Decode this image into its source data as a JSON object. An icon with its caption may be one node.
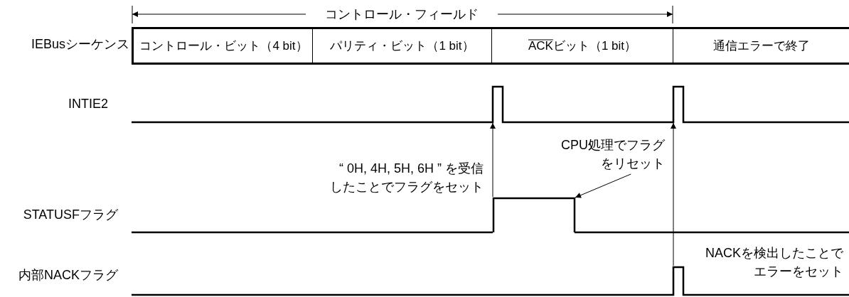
{
  "diagram": {
    "nodes": [
      {
        "text": [
          "コントロール・ビット（4 bit）"
        ]
      },
      {
        "text": [
          "パリティ・ビット（1 bit）"
        ]
      },
      {
        "text": [
          "ACKビット（1 bit）"
        ]
      },
      {
        "text": [
          "通信エラーで終了"
        ]
      },
      {
        "text": [],
        "shape": "waveform"
      },
      {
        "text": [],
        "shape": "pulse"
      },
      {
        "text": [
          "CPU処理でフラグをリセット"
        ]
      },
      {
        "text": [],
        "shape": "waveform"
      }
    ],
    "edges": [
      {
        "from": 5,
        "to": 4,
        "arrow": "to"
      },
      {
        "from": 7,
        "to": 4,
        "arrow": "to"
      },
      {
        "from": 6,
        "to": 5,
        "arrow": "to"
      }
    ],
    "labels": [
      "コントロール・フィールド",
      "IEBusシーケンス",
      "INTIE2",
      "“ 0H, 4H, 5H, 6H ” を受信したことでフラグをセット",
      "STATUSFフラグ",
      "NACKを検出したことでエラーをセット",
      "内部NACKフラグ"
    ]
  }
}
